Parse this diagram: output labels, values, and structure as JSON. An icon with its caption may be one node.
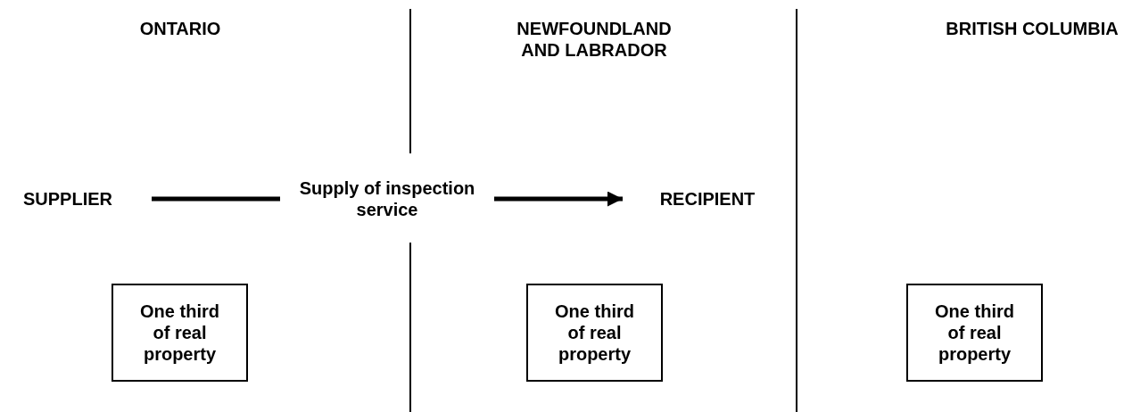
{
  "diagram": {
    "nodes": [
      {
        "text": [
          "SUPPLIER"
        ]
      },
      {
        "text": [
          "RECIPIENT"
        ]
      },
      {
        "text": [
          "One third of real property"
        ]
      },
      {
        "text": [
          "One third of real property"
        ]
      },
      {
        "text": [
          "One third of real property"
        ]
      }
    ],
    "edges": [
      {
        "from": 0,
        "to": 1,
        "arrow": "to",
        "label": "Supply of inspection service"
      }
    ],
    "labels": [
      "ONTARIO",
      "NEWFOUNDLAND AND LABRADOR",
      "BRITISH COLUMBIA"
    ]
  }
}
